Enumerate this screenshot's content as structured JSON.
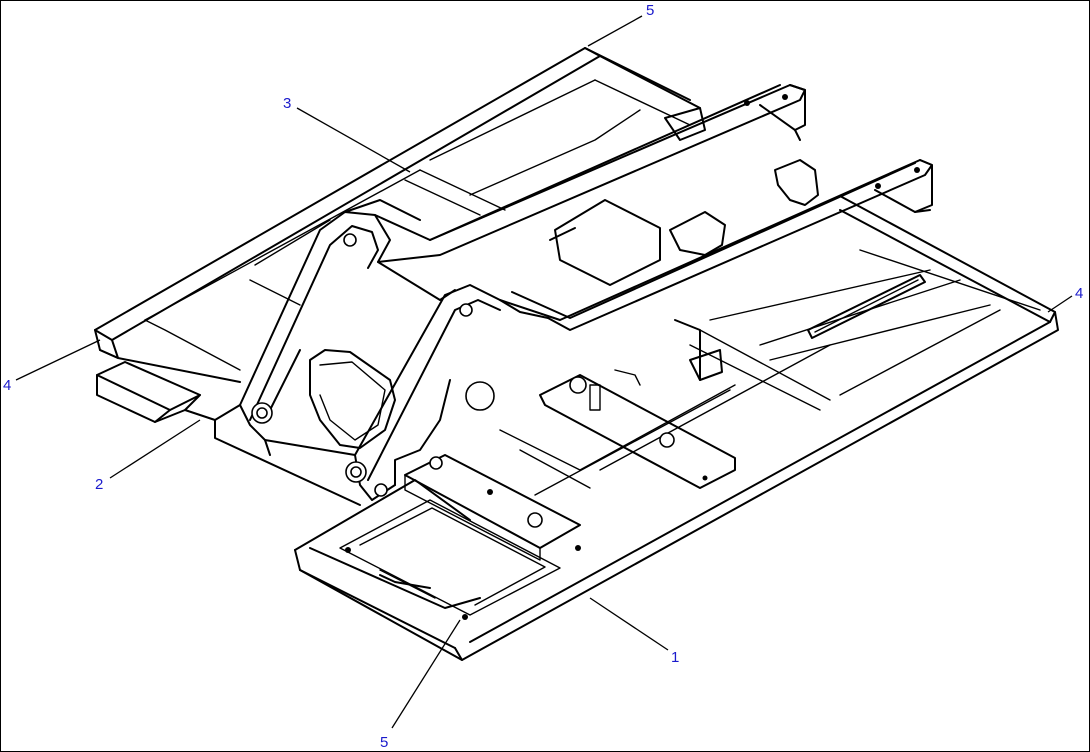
{
  "callouts": [
    {
      "id": "c5-top",
      "label": "5"
    },
    {
      "id": "c3",
      "label": "3"
    },
    {
      "id": "c4-right",
      "label": "4"
    },
    {
      "id": "c4-left",
      "label": "4"
    },
    {
      "id": "c2",
      "label": "2"
    },
    {
      "id": "c1",
      "label": "1"
    },
    {
      "id": "c5-bottom",
      "label": "5"
    }
  ],
  "colors": {
    "callout_text": "#1a1acc",
    "line": "#000000",
    "background": "#ffffff"
  }
}
